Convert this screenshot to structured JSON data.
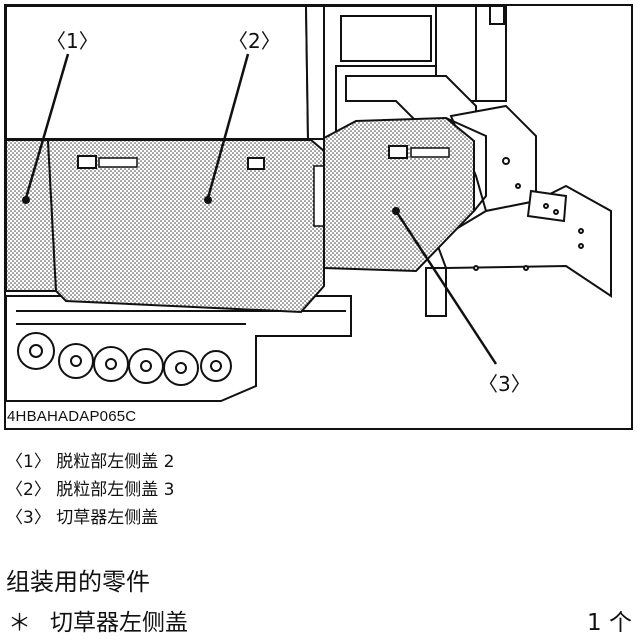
{
  "figure": {
    "code": "4HBAHADAP065C",
    "callouts": [
      {
        "label": "〈1〉"
      },
      {
        "label": "〈2〉"
      },
      {
        "label": "〈3〉"
      }
    ]
  },
  "legend": [
    {
      "num": "〈1〉",
      "text": "脱粒部左侧盖 2"
    },
    {
      "num": "〈2〉",
      "text": "脱粒部左侧盖 3"
    },
    {
      "num": "〈3〉",
      "text": "切草器左侧盖"
    }
  ],
  "assembly": {
    "title": "组装用的零件",
    "items": [
      {
        "bullet": "＊",
        "name": "切草器左侧盖",
        "qty": "1 个"
      }
    ]
  }
}
